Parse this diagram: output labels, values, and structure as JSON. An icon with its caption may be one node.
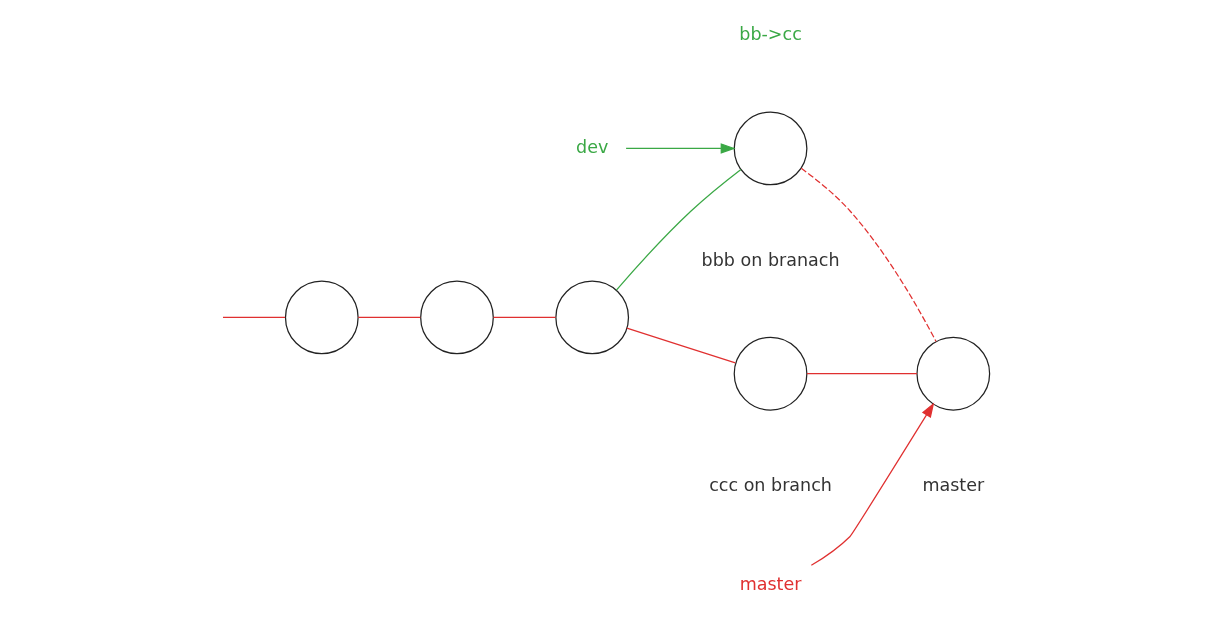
{
  "diagram": {
    "nodes": [
      {
        "text": [
          "dev"
        ]
      },
      {
        "text": [],
        "shape": "circle",
        "beside": [
          "bbb on branach"
        ]
      },
      {
        "text": [],
        "shape": "circle"
      },
      {
        "text": [],
        "shape": "circle"
      },
      {
        "text": [],
        "shape": "circle"
      },
      {
        "text": [],
        "shape": "circle",
        "beside": [
          "ccc on branch"
        ]
      },
      {
        "text": [],
        "shape": "circle",
        "beside": [
          "master"
        ]
      },
      {
        "text": [
          "master"
        ]
      }
    ],
    "edges": [
      {
        "from": null,
        "to": 2,
        "arrow": "none"
      },
      {
        "from": 2,
        "to": 3,
        "arrow": "none"
      },
      {
        "from": 3,
        "to": 4,
        "arrow": "none"
      },
      {
        "from": 4,
        "to": 5,
        "arrow": "none"
      },
      {
        "from": 5,
        "to": 6,
        "arrow": "none"
      },
      {
        "from": 4,
        "to": 1,
        "arrow": "none",
        "color": "#3aa845"
      },
      {
        "from": 1,
        "to": 6,
        "arrow": "none",
        "style": "dashed"
      },
      {
        "from": 0,
        "to": 1,
        "arrow": "to",
        "color": "#3aa845"
      },
      {
        "from": 7,
        "to": 6,
        "arrow": "to"
      }
    ],
    "labels": [
      "bb->cc"
    ]
  }
}
